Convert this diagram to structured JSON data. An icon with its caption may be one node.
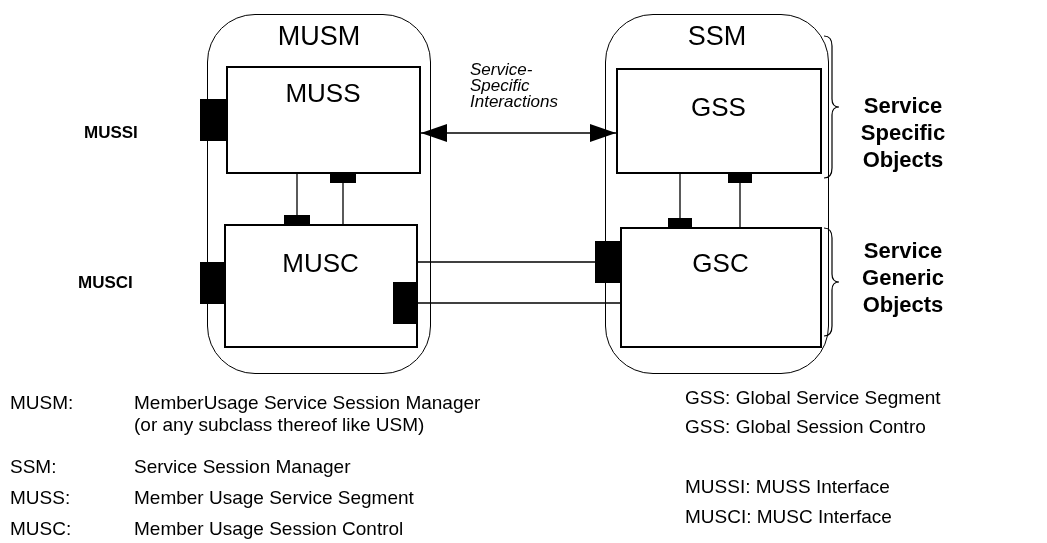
{
  "diagram": {
    "nodes": [
      {
        "text": [
          "MUSM"
        ]
      },
      {
        "text": [
          "MUSS"
        ],
        "in": 0
      },
      {
        "text": [
          "MUSC"
        ],
        "in": 0
      },
      {
        "text": [
          "SSM"
        ]
      },
      {
        "text": [
          "GSS"
        ],
        "in": 3
      },
      {
        "text": [
          "GSC"
        ],
        "in": 3
      }
    ],
    "edges": [
      {
        "from": 1,
        "to": 4,
        "arrow": "both",
        "label": "Service-Specific Interactions"
      },
      {
        "from": 1,
        "to": 2,
        "arrow": "other"
      },
      {
        "from": 2,
        "to": 1,
        "arrow": "other"
      },
      {
        "from": 4,
        "to": 5,
        "arrow": "other"
      },
      {
        "from": 5,
        "to": 4,
        "arrow": "other"
      },
      {
        "from": 2,
        "to": 5,
        "arrow": "other"
      },
      {
        "from": 5,
        "to": 2,
        "arrow": "other"
      }
    ],
    "labels": [
      "MUSSI",
      "MUSCI",
      "Service Specific Objects",
      "Service Generic Objects",
      "MUSM:",
      "MemberUsage Service Session Manager (or any subclass thereof like USM)",
      "SSM:",
      "Service Session Manager",
      "MUSS:",
      "Member Usage Service Segment",
      "MUSC:",
      "Member Usage Session Control",
      "GSS: Global Service Segment",
      "GSS: Global Session Contro",
      "MUSSI: MUSS Interface",
      "MUSCI: MUSC Interface"
    ]
  }
}
